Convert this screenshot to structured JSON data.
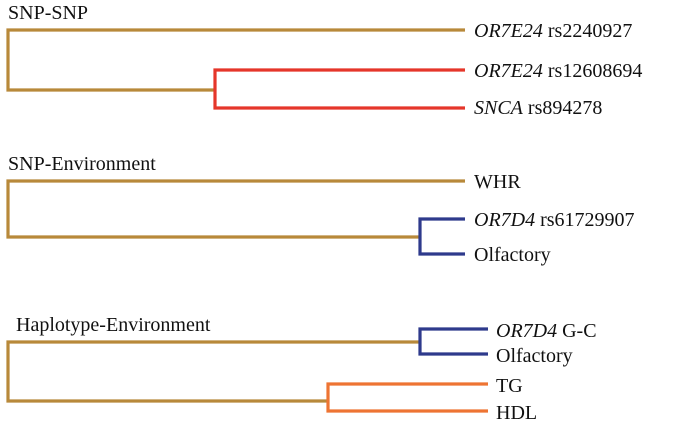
{
  "colors": {
    "gold": "#B8893A",
    "red": "#E5362A",
    "blue": "#2E3A8C",
    "orange": "#EE7433"
  },
  "panels": [
    {
      "title": "SNP-SNP",
      "leaves": [
        {
          "gene": "OR7E24",
          "text": " rs2240927"
        },
        {
          "gene": "OR7E24",
          "text": " rs12608694"
        },
        {
          "gene": "SNCA",
          "text": " rs894278"
        }
      ]
    },
    {
      "title": "SNP-Environment",
      "leaves": [
        {
          "gene": "",
          "text": "WHR"
        },
        {
          "gene": "OR7D4",
          "text": " rs61729907"
        },
        {
          "gene": "",
          "text": "Olfactory"
        }
      ]
    },
    {
      "title": "Haplotype-Environment",
      "leaves": [
        {
          "gene": "OR7D4",
          "text": " G-C"
        },
        {
          "gene": "",
          "text": "Olfactory"
        },
        {
          "gene": "",
          "text": "TG"
        },
        {
          "gene": "",
          "text": "HDL"
        }
      ]
    }
  ]
}
